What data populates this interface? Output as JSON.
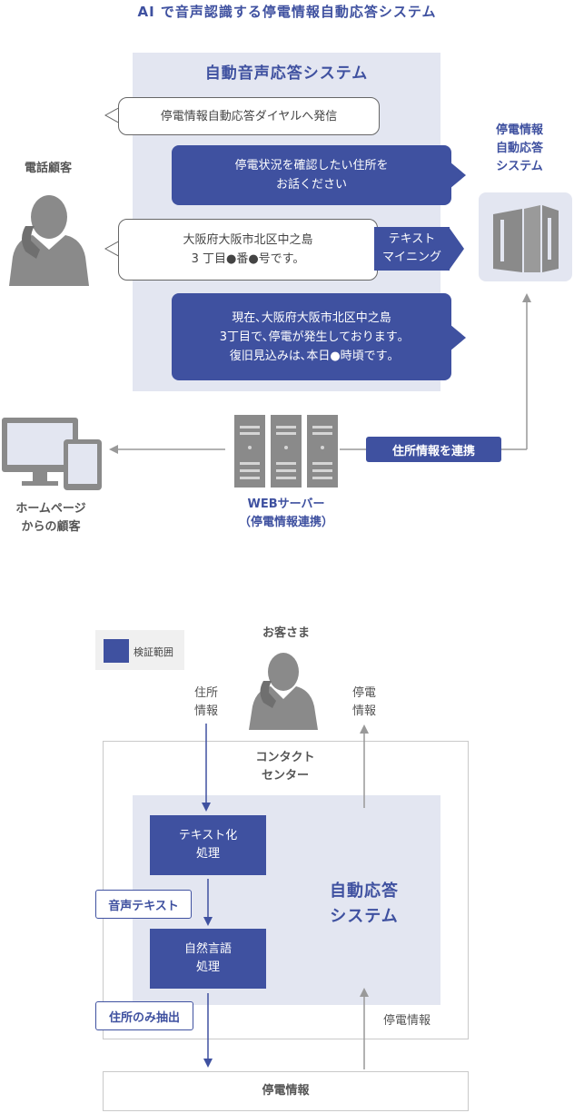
{
  "title": "AI で音声認識する停電情報自動応答システム",
  "top": {
    "panel_title": "自動音声応答システム",
    "bubble1": "停電情報自動応答ダイヤルへ発信",
    "bubble2": "停電状況を確認したい住所を\nお話ください",
    "bubble3": "大阪府大阪市北区中之島\n3 丁目●番●号です。",
    "bubble4": "現在､大阪府大阪市北区中之島\n3丁目で､停電が発生しております｡\n復旧見込みは､本日●時頃です｡",
    "text_mining": "テキスト\nマイニング",
    "phone_customer": "電話顧客",
    "system_label": "停電情報\n自動応答\nシステム",
    "address_link": "住所情報を連携",
    "web_server": "WEBサーバー\n（停電情報連携）",
    "home_customer": "ホームページ\nからの顧客"
  },
  "bottom": {
    "legend": "検証範囲",
    "customer": "お客さま",
    "address_info": "住所\n情報",
    "outage_info_up": "停電\n情報",
    "contact_center": "コンタクト\nセンター",
    "text_conversion": "テキスト化\n処理",
    "voice_text": "音声テキスト",
    "nlp": "自然言語\n処理",
    "address_only": "住所のみ抽出",
    "auto_system": "自動応答\nシステム",
    "outage_info_right": "停電情報",
    "outage_info_bottom": "停電情報"
  },
  "colors": {
    "accent": "#3f51a0",
    "panel": "#e3e6f1",
    "gray": "#8a8a8a"
  }
}
